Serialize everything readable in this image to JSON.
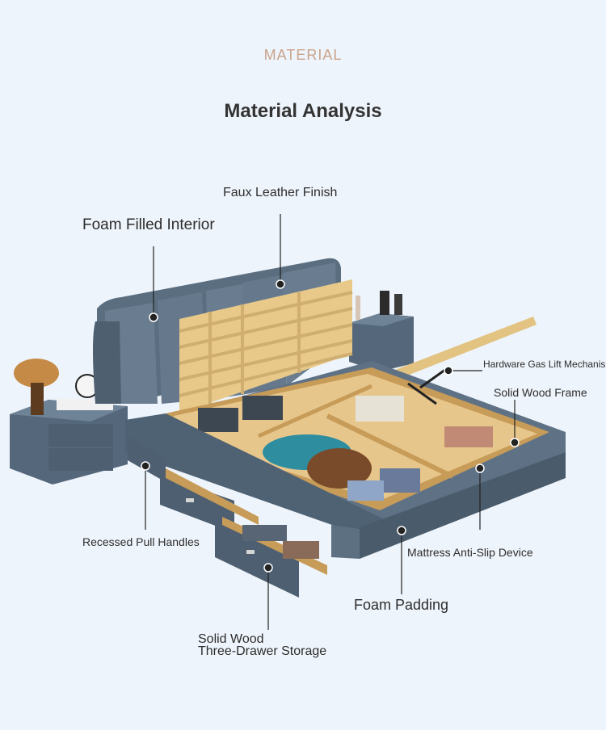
{
  "header": {
    "kicker": "MATERIAL",
    "title": "Material Analysis"
  },
  "labels": {
    "faux_leather": "Faux Leather Finish",
    "foam_interior": "Foam Filled Interior",
    "gas_lift": "Hardware Gas Lift Mechanis",
    "wood_frame": "Solid Wood Frame",
    "pull_handles": "Recessed Pull Handles",
    "anti_slip": "Mattress Anti-Slip Device",
    "foam_padding": "Foam Padding",
    "storage_line1": "Solid Wood",
    "storage_line2": "Three-Drawer Storage"
  },
  "colors": {
    "background": "#eef4fb",
    "leather": "#5b6e80",
    "wood": "#e8c98a",
    "kicker": "#c9a38a"
  }
}
